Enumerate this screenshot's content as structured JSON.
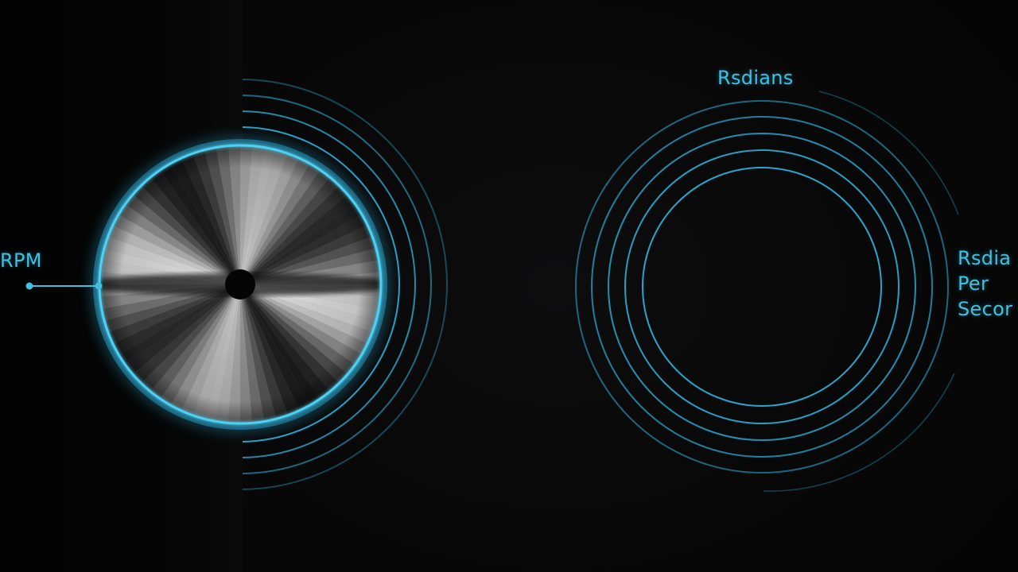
{
  "labels": {
    "rpm": "RPM",
    "radians": "Rsdians",
    "rps_line1": "Rsdia",
    "rps_line2": "Per",
    "rps_line3": "Secor"
  },
  "colors": {
    "background": "#050505",
    "accent": "#3fc0e0",
    "disc_light": "#e6e6e6",
    "disc_dark": "#101010"
  },
  "icons": {
    "disc": "spinning-disc-icon",
    "hub": "hub-icon",
    "pointer": "pointer-line-icon"
  }
}
